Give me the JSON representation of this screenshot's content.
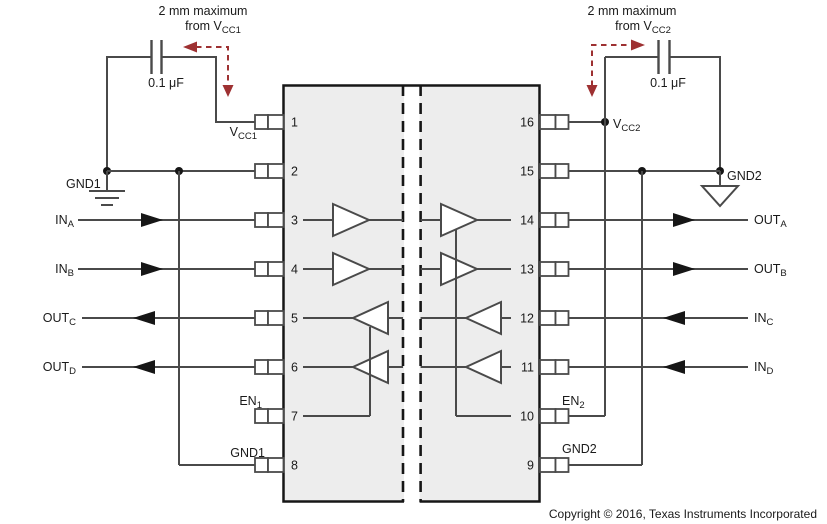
{
  "colors": {
    "accent_red": "#9e3132",
    "wire_gray": "#4a4a4a",
    "ic_fill": "#ededed",
    "ink": "#161616"
  },
  "notes": {
    "left": {
      "line1": "2 mm maximum",
      "line2_main": "from V",
      "line2_sub": "CC1"
    },
    "right": {
      "line1": "2 mm maximum",
      "line2_main": "from V",
      "line2_sub": "CC2"
    }
  },
  "caps": {
    "left": "0.1 μF",
    "right": "0.1 μF"
  },
  "rails": {
    "vcc1_main": "V",
    "vcc1_sub": "CC1",
    "vcc2_main": "V",
    "vcc2_sub": "CC2",
    "gnd1_top": "GND1",
    "gnd1_bottom": "GND1",
    "gnd2_top": "GND2",
    "gnd2_bottom": "GND2",
    "en1_main": "EN",
    "en1_sub": "1",
    "en2_main": "EN",
    "en2_sub": "2"
  },
  "signals": {
    "in_a": {
      "main": "IN",
      "sub": "A"
    },
    "in_b": {
      "main": "IN",
      "sub": "B"
    },
    "out_c": {
      "main": "OUT",
      "sub": "C"
    },
    "out_d": {
      "main": "OUT",
      "sub": "D"
    },
    "out_a": {
      "main": "OUT",
      "sub": "A"
    },
    "out_b": {
      "main": "OUT",
      "sub": "B"
    },
    "in_c": {
      "main": "IN",
      "sub": "C"
    },
    "in_d": {
      "main": "IN",
      "sub": "D"
    }
  },
  "pins": {
    "left": [
      "1",
      "2",
      "3",
      "4",
      "5",
      "6",
      "7",
      "8"
    ],
    "right": [
      "16",
      "15",
      "14",
      "13",
      "12",
      "11",
      "10",
      "9"
    ]
  },
  "footer": "Copyright © 2016, Texas Instruments Incorporated"
}
